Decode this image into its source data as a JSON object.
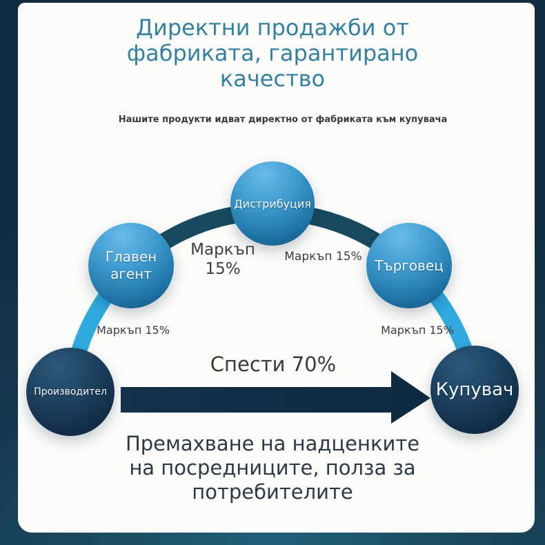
{
  "title": {
    "line1": "Директни продажби от",
    "line2": "фабриката, гарантирано",
    "line3": "качество"
  },
  "subtitle": "Нашите продукти идват директно от фабриката към купувача",
  "nodes": {
    "producer": "Производител",
    "main_agent": "Главен агент",
    "distribution": "Дистрибуция",
    "trader": "Търговец",
    "buyer": "Купувач"
  },
  "markups": {
    "left_top": {
      "line1": "Маркъп",
      "line2": "15%"
    },
    "right_top": "Маркъп 15%",
    "left_bottom": "Маркъп 15%",
    "right_bottom": "Маркъп 15%"
  },
  "arrow_label": "Спести 70%",
  "footer": {
    "line1": "Премахване на надценките",
    "line2": "на посредниците, полза за",
    "line3": "потребителите"
  },
  "colors": {
    "title_teal": "#35809e",
    "cyan_band": "#2fa9de",
    "dark_band": "#174a5f",
    "arrow_navy": "#142f46",
    "blue_circle_light": "#68bce8",
    "blue_circle_dark": "#0f4a6e",
    "navy_circle_light": "#2c5a7b",
    "navy_circle_dark": "#0a1e33",
    "background_dark": "#112c40",
    "card_background": "#fbfbfa"
  }
}
